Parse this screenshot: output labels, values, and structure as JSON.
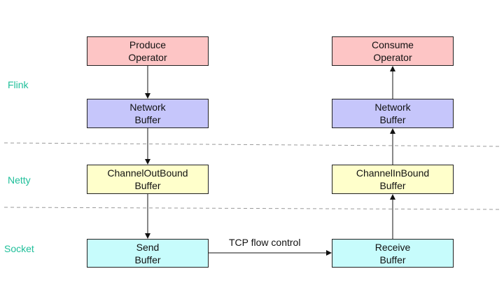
{
  "layers": {
    "flink": "Flink",
    "netty": "Netty",
    "socket": "Socket"
  },
  "nodes": {
    "produce_operator": {
      "line1": "Produce",
      "line2": "Operator"
    },
    "consume_operator": {
      "line1": "Consume",
      "line2": "Operator"
    },
    "network_buffer_out": {
      "line1": "Network",
      "line2": "Buffer"
    },
    "network_buffer_in": {
      "line1": "Network",
      "line2": "Buffer"
    },
    "channel_outbound": {
      "line1": "ChannelOutBound",
      "line2": "Buffer"
    },
    "channel_inbound": {
      "line1": "ChannelInBound",
      "line2": "Buffer"
    },
    "send_buffer": {
      "line1": "Send",
      "line2": "Buffer"
    },
    "receive_buffer": {
      "line1": "Receive",
      "line2": "Buffer"
    }
  },
  "edges": {
    "tcp_label": "TCP flow control"
  },
  "colors": {
    "layer_label": "#1fbf9a",
    "operator_fill": "#fdc5c5",
    "network_buffer_fill": "#c6c6fb",
    "netty_buffer_fill": "#ffffcb",
    "socket_buffer_fill": "#c7fcfc",
    "separator": "#9a9a9a"
  }
}
